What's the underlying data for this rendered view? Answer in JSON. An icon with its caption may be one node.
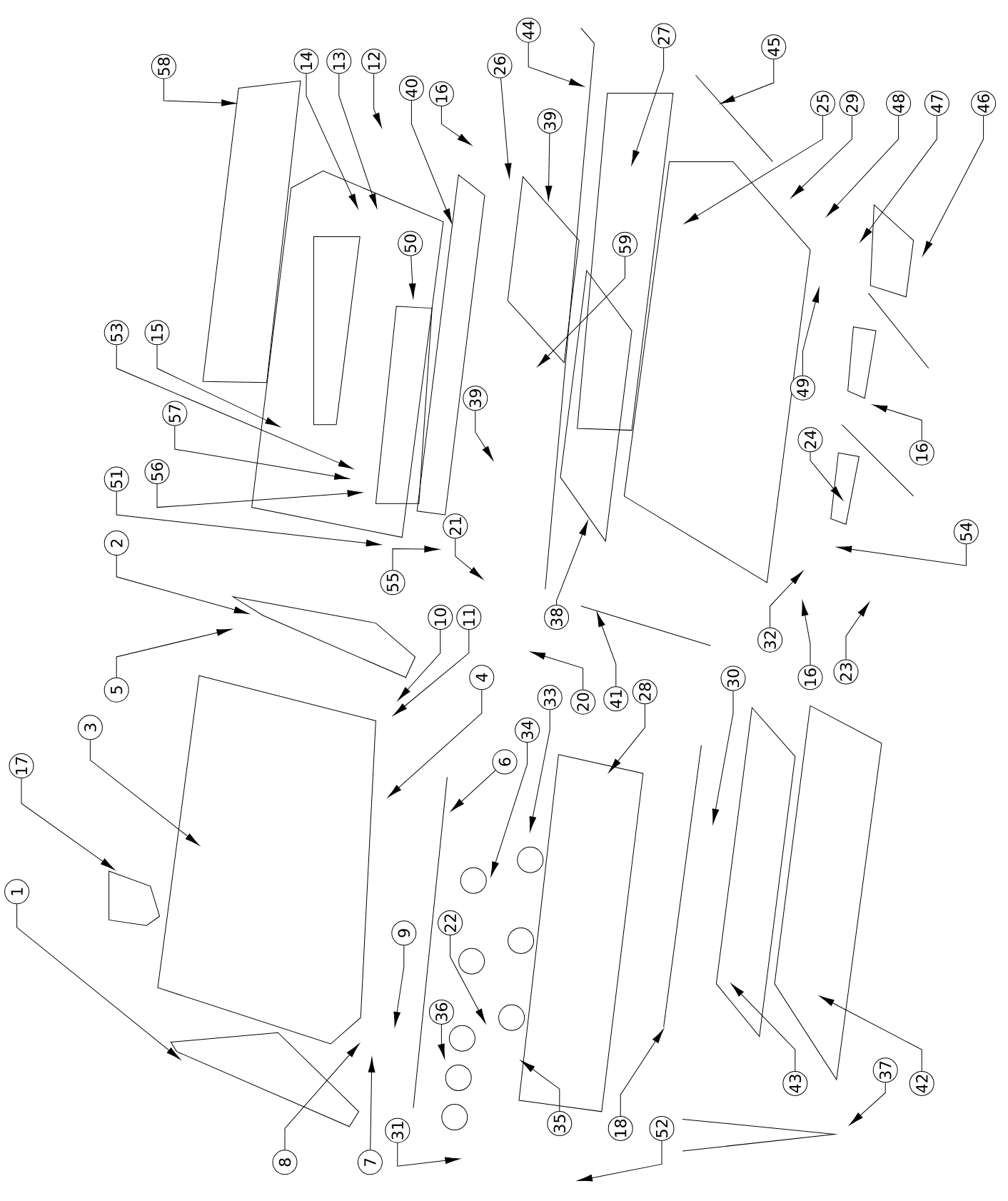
{
  "diagram": {
    "nodes": [
      {
        "text": [
          "58"
        ]
      },
      {
        "text": [
          "14"
        ]
      },
      {
        "text": [
          "13"
        ]
      },
      {
        "text": [
          "12"
        ]
      },
      {
        "text": [
          "40"
        ]
      },
      {
        "text": [
          "16"
        ]
      },
      {
        "text": [
          "26"
        ]
      },
      {
        "text": [
          "44"
        ]
      },
      {
        "text": [
          "27"
        ]
      },
      {
        "text": [
          "45"
        ]
      },
      {
        "text": [
          "25"
        ]
      },
      {
        "text": [
          "29"
        ]
      },
      {
        "text": [
          "48"
        ]
      },
      {
        "text": [
          "47"
        ]
      },
      {
        "text": [
          "46"
        ]
      },
      {
        "text": [
          "39"
        ]
      },
      {
        "text": [
          "50"
        ]
      },
      {
        "text": [
          "59"
        ]
      },
      {
        "text": [
          "53"
        ]
      },
      {
        "text": [
          "15"
        ]
      },
      {
        "text": [
          "57"
        ]
      },
      {
        "text": [
          "56"
        ]
      },
      {
        "text": [
          "51"
        ]
      },
      {
        "text": [
          "39"
        ]
      },
      {
        "text": [
          "49"
        ]
      },
      {
        "text": [
          "16"
        ]
      },
      {
        "text": [
          "24"
        ]
      },
      {
        "text": [
          "54"
        ]
      },
      {
        "text": [
          "2"
        ]
      },
      {
        "text": [
          "55"
        ]
      },
      {
        "text": [
          "21"
        ]
      },
      {
        "text": [
          "38"
        ]
      },
      {
        "text": [
          "32"
        ]
      },
      {
        "text": [
          "16"
        ]
      },
      {
        "text": [
          "23"
        ]
      },
      {
        "text": [
          "5"
        ]
      },
      {
        "text": [
          "10"
        ]
      },
      {
        "text": [
          "11"
        ]
      },
      {
        "text": [
          "41"
        ]
      },
      {
        "text": [
          "20"
        ]
      },
      {
        "text": [
          "3"
        ]
      },
      {
        "text": [
          "4"
        ]
      },
      {
        "text": [
          "28"
        ]
      },
      {
        "text": [
          "30"
        ]
      },
      {
        "text": [
          "33"
        ]
      },
      {
        "text": [
          "6"
        ]
      },
      {
        "text": [
          "17"
        ]
      },
      {
        "text": [
          "34"
        ]
      },
      {
        "text": [
          "1"
        ]
      },
      {
        "text": [
          "22"
        ]
      },
      {
        "text": [
          "9"
        ]
      },
      {
        "text": [
          "36"
        ]
      },
      {
        "text": [
          "43"
        ]
      },
      {
        "text": [
          "42"
        ]
      },
      {
        "text": [
          "37"
        ]
      },
      {
        "text": [
          "31"
        ]
      },
      {
        "text": [
          "35"
        ]
      },
      {
        "text": [
          "18"
        ]
      },
      {
        "text": [
          "52"
        ]
      },
      {
        "text": [
          "8"
        ]
      },
      {
        "text": [
          "7"
        ]
      }
    ],
    "edges": [
      {
        "from": 0,
        "to": null,
        "arrow": "to"
      },
      {
        "from": 1,
        "to": null,
        "arrow": "to"
      },
      {
        "from": 2,
        "to": null,
        "arrow": "to"
      },
      {
        "from": 3,
        "to": null,
        "arrow": "to"
      },
      {
        "from": 4,
        "to": null,
        "arrow": "to"
      },
      {
        "from": 5,
        "to": null,
        "arrow": "to"
      },
      {
        "from": 6,
        "to": null,
        "arrow": "to"
      },
      {
        "from": 7,
        "to": null,
        "arrow": "to"
      },
      {
        "from": 8,
        "to": null,
        "arrow": "to"
      },
      {
        "from": 9,
        "to": null,
        "arrow": "to"
      },
      {
        "from": 10,
        "to": null,
        "arrow": "to"
      },
      {
        "from": 11,
        "to": null,
        "arrow": "to"
      },
      {
        "from": 12,
        "to": null,
        "arrow": "to"
      },
      {
        "from": 13,
        "to": null,
        "arrow": "to"
      },
      {
        "from": 14,
        "to": null,
        "arrow": "to"
      },
      {
        "from": 15,
        "to": null,
        "arrow": "to"
      },
      {
        "from": 16,
        "to": null,
        "arrow": "to"
      },
      {
        "from": 17,
        "to": null,
        "arrow": "to"
      },
      {
        "from": 18,
        "to": null,
        "arrow": "to"
      },
      {
        "from": 19,
        "to": null,
        "arrow": "to"
      },
      {
        "from": 20,
        "to": null,
        "arrow": "to"
      },
      {
        "from": 21,
        "to": null,
        "arrow": "to"
      },
      {
        "from": 22,
        "to": null,
        "arrow": "to"
      },
      {
        "from": 23,
        "to": null,
        "arrow": "to"
      },
      {
        "from": 24,
        "to": null,
        "arrow": "to"
      },
      {
        "from": 25,
        "to": null,
        "arrow": "to"
      },
      {
        "from": 26,
        "to": null,
        "arrow": "to"
      },
      {
        "from": 27,
        "to": null,
        "arrow": "to"
      },
      {
        "from": 28,
        "to": null,
        "arrow": "to"
      },
      {
        "from": 29,
        "to": null,
        "arrow": "to"
      },
      {
        "from": 30,
        "to": null,
        "arrow": "to"
      },
      {
        "from": 31,
        "to": null,
        "arrow": "to"
      },
      {
        "from": 32,
        "to": null,
        "arrow": "to"
      },
      {
        "from": 33,
        "to": null,
        "arrow": "to"
      },
      {
        "from": 34,
        "to": null,
        "arrow": "to"
      },
      {
        "from": 35,
        "to": null,
        "arrow": "to"
      },
      {
        "from": 36,
        "to": null,
        "arrow": "to"
      },
      {
        "from": 37,
        "to": null,
        "arrow": "to"
      },
      {
        "from": 38,
        "to": null,
        "arrow": "to"
      },
      {
        "from": 39,
        "to": null,
        "arrow": "to"
      },
      {
        "from": 40,
        "to": null,
        "arrow": "to"
      },
      {
        "from": 41,
        "to": null,
        "arrow": "to"
      },
      {
        "from": 42,
        "to": null,
        "arrow": "to"
      },
      {
        "from": 43,
        "to": null,
        "arrow": "to"
      },
      {
        "from": 44,
        "to": null,
        "arrow": "to"
      },
      {
        "from": 45,
        "to": null,
        "arrow": "to"
      },
      {
        "from": 46,
        "to": null,
        "arrow": "to"
      },
      {
        "from": 47,
        "to": null,
        "arrow": "to"
      },
      {
        "from": 48,
        "to": null,
        "arrow": "to"
      },
      {
        "from": 49,
        "to": null,
        "arrow": "to"
      },
      {
        "from": 50,
        "to": null,
        "arrow": "to"
      },
      {
        "from": 51,
        "to": null,
        "arrow": "to"
      },
      {
        "from": 52,
        "to": null,
        "arrow": "to"
      },
      {
        "from": 53,
        "to": null,
        "arrow": "to"
      },
      {
        "from": 54,
        "to": null,
        "arrow": "to"
      },
      {
        "from": 55,
        "to": null,
        "arrow": "to"
      },
      {
        "from": 56,
        "to": null,
        "arrow": "to"
      },
      {
        "from": 57,
        "to": null,
        "arrow": "to"
      },
      {
        "from": 58,
        "to": null,
        "arrow": "to"
      },
      {
        "from": 59,
        "to": null,
        "arrow": "to"
      },
      {
        "from": 60,
        "to": null,
        "arrow": "to"
      }
    ]
  }
}
